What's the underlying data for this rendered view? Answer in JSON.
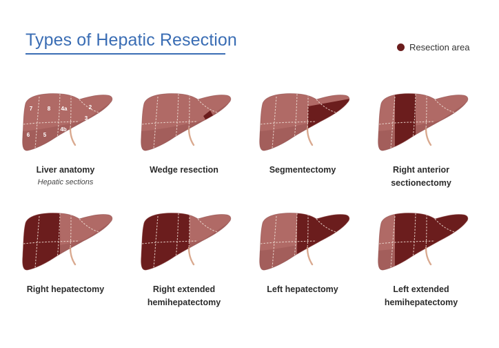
{
  "title": "Types of Hepatic Resection",
  "legend": {
    "label": "Resection area",
    "color": "#6b1d1d"
  },
  "colors": {
    "liver": "#b06a66",
    "liver_dark": "#96524f",
    "resection": "#6b1d1d",
    "vessel": "#d9a98f",
    "line": "#f1e2d8"
  },
  "segment_labels": [
    "7",
    "8",
    "4a",
    "2",
    "3",
    "6",
    "5",
    "4b"
  ],
  "panels": [
    {
      "label_lines": [
        "Liver anatomy"
      ],
      "sublabel": "Hepatic sections",
      "highlight": "none"
    },
    {
      "label_lines": [
        "Wedge resection"
      ],
      "sublabel": "",
      "highlight": "wedge"
    },
    {
      "label_lines": [
        "Segmentectomy"
      ],
      "sublabel": "",
      "highlight": "segment"
    },
    {
      "label_lines": [
        "Right anterior",
        "sectionectomy"
      ],
      "sublabel": "",
      "highlight": "right_anterior"
    },
    {
      "label_lines": [
        "Right hepatectomy"
      ],
      "sublabel": "",
      "highlight": "right"
    },
    {
      "label_lines": [
        "Right extended",
        "hemihepatectomy"
      ],
      "sublabel": "",
      "highlight": "right_extended"
    },
    {
      "label_lines": [
        "Left hepatectomy"
      ],
      "sublabel": "",
      "highlight": "left"
    },
    {
      "label_lines": [
        "Left extended",
        "hemihepatectomy"
      ],
      "sublabel": "",
      "highlight": "left_extended"
    }
  ]
}
